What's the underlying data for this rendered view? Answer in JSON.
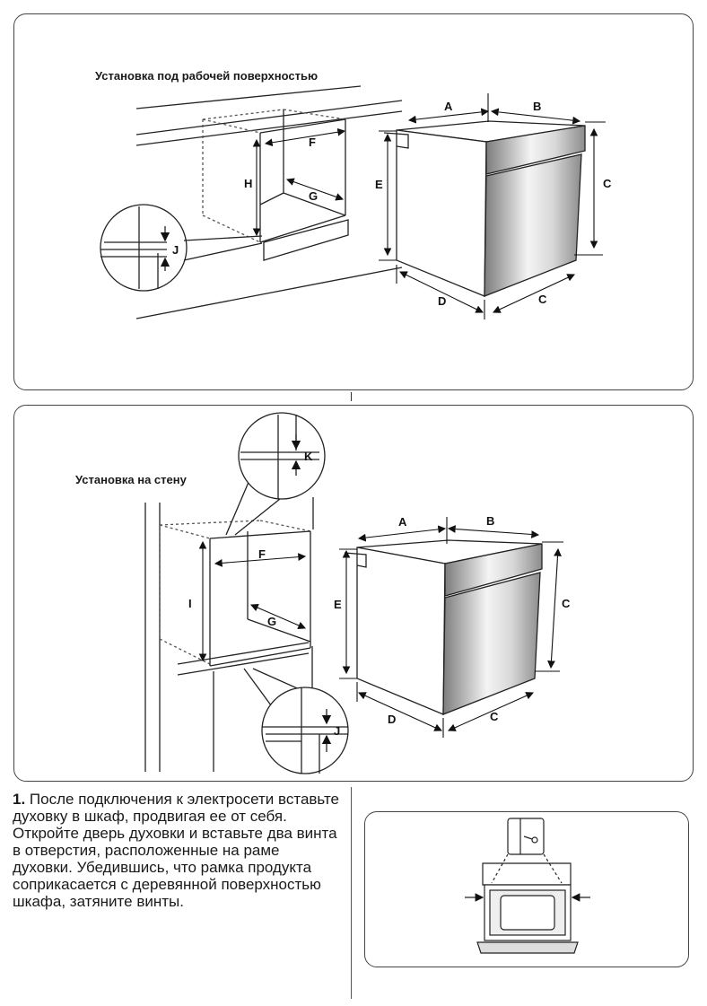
{
  "section1": {
    "title": "Установка под рабочей поверхностью",
    "labels": {
      "A": "A",
      "B": "B",
      "C": "C",
      "D": "D",
      "E": "E",
      "F": "F",
      "G": "G",
      "H": "H",
      "J": "J"
    }
  },
  "section2": {
    "title": "Установка на стену",
    "labels": {
      "A": "A",
      "B": "B",
      "C": "C",
      "D": "D",
      "E": "E",
      "F": "F",
      "G": "G",
      "I": "I",
      "J": "J",
      "K": "K"
    }
  },
  "instruction": {
    "number": "1.",
    "text": "После подключения к электросети вставьте духовку в шкаф, продвигая ее от себя. Откройте дверь духовки и вставьте два винта в отверстия, расположенные на раме духовки. Убедившись, что рамка продукта соприкасается с деревянной поверхностью шкафа, затяните винты."
  },
  "colors": {
    "border": "#444444",
    "door_dark": "#8a8a8a",
    "door_light": "#f2f2f2"
  }
}
